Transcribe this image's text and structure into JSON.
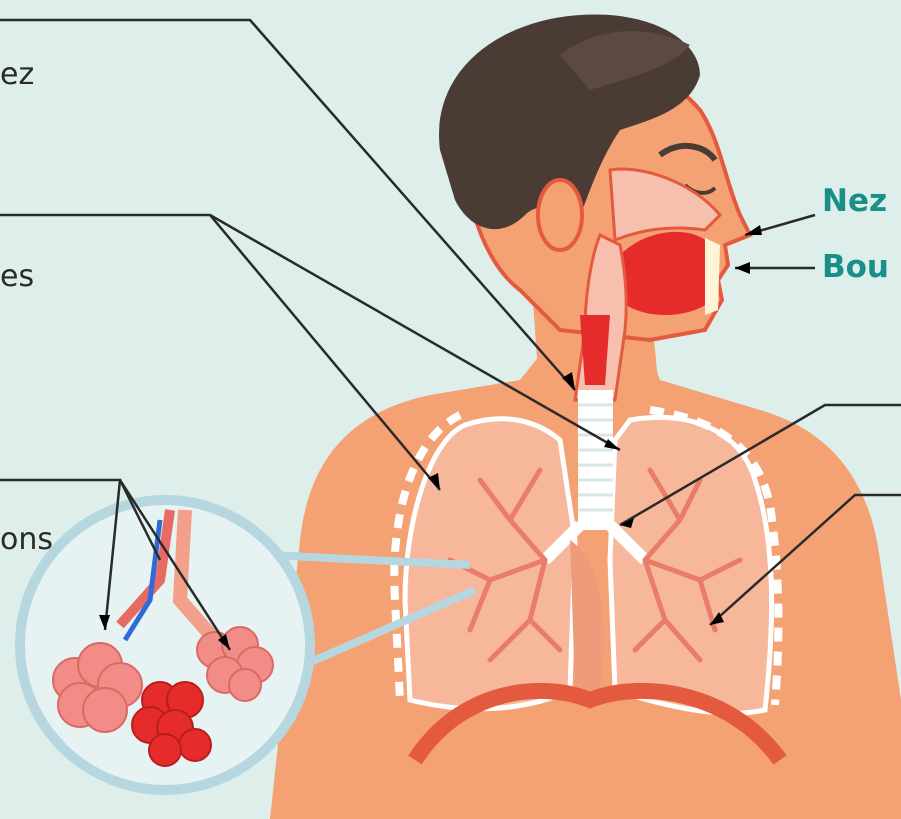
{
  "labels": {
    "nez_left": "ez",
    "bronches_left": "es",
    "alveoles_left": "ons",
    "nez_right": "Nez",
    "bouche_right": "Bou"
  },
  "colors": {
    "background": "#ddeeeb",
    "skin": "#f4a174",
    "skin_dark": "#e37c55",
    "hair": "#4b3b35",
    "lung": "#f6b79b",
    "vessel": "#e86b63",
    "red": "#e62b2b",
    "lens_ring": "#b6d7e0",
    "teal_text": "#1a8f8a"
  }
}
